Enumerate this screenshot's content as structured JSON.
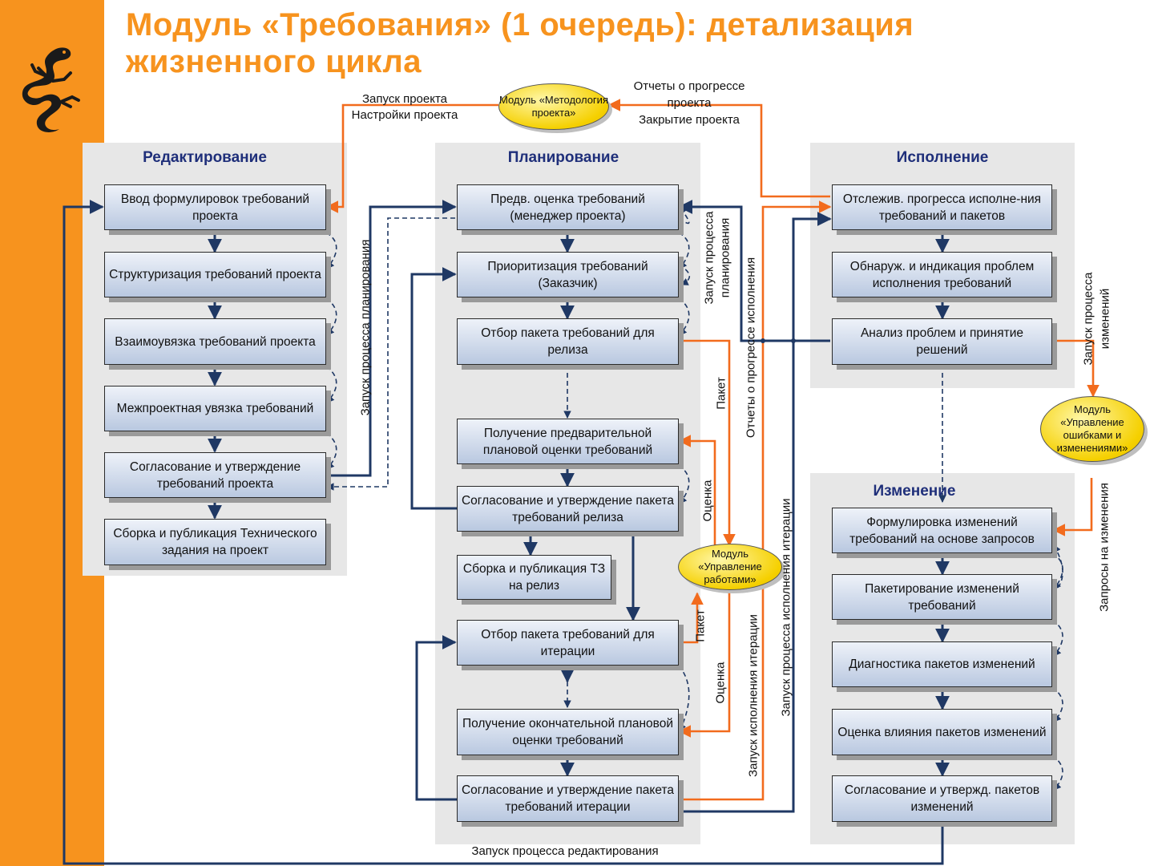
{
  "title": "Модуль «Требования» (1 очередь): детализация жизненного цикла",
  "colors": {
    "accent": "#f7931e",
    "flow": "#1f3864",
    "module": "#f5d000",
    "panel": "#e7e7e7"
  },
  "panels": {
    "edit": "Редактирование",
    "plan": "Планирование",
    "exec": "Исполнение",
    "change": "Изменение"
  },
  "edit_boxes": [
    "Ввод формулировок требований проекта",
    "Структуризация требований проекта",
    "Взаимоувязка требований проекта",
    "Межпроектная увязка требований",
    "Согласование и утверждение требований проекта",
    "Сборка и публикация Технического задания на проект"
  ],
  "plan_boxes": [
    "Предв. оценка требований (менеджер проекта)",
    "Приоритизация требований (Заказчик)",
    "Отбор пакета требований для релиза",
    "Получение предварительной плановой оценки требований",
    "Согласование и утверждение пакета требований релиза",
    "Сборка и публикация ТЗ на релиз",
    "Отбор пакета требований для итерации",
    "Получение окончательной плановой оценки требований",
    "Согласование и утверждение пакета требований итерации"
  ],
  "exec_boxes": [
    "Отслежив. прогресса исполне-ния требований и пакетов",
    "Обнаруж. и индикация проблем исполнения требований",
    "Анализ проблем и принятие решений"
  ],
  "change_boxes": [
    "Формулировка изменений требований на основе запросов",
    "Пакетирование изменений требований",
    "Диагностика пакетов изменений",
    "Оценка влияния пакетов изменений",
    "Согласование и утвержд. пакетов изменений"
  ],
  "modules": {
    "methodology": "Модуль «Методология проекта»",
    "work": "Модуль «Управление работами»",
    "errors": "Модуль «Управление ошибками и изменениями»"
  },
  "labels": {
    "launch_project": "Запуск проекта",
    "project_settings": "Настройки проекта",
    "progress_reports_1": "Отчеты о прогрессе",
    "progress_reports_2": "проекта",
    "project_close": "Закрытие проекта",
    "launch_planning_v": "Запуск процесса планирования",
    "launch_planning_right_1": "Запуск процесса",
    "launch_planning_right_2": "планирования",
    "exec_progress_reports": "Отчеты о прогрессе исполнения",
    "package_1": "Пакет",
    "estimate_1": "Оценка",
    "package_2": "Пакет",
    "estimate_2": "Оценка",
    "launch_iteration": "Запуск исполнения итерации",
    "launch_iteration_process": "Запуск процесса исполнения итерации",
    "launch_changes_1": "Запуск процесса",
    "launch_changes_2": "изменений",
    "change_requests": "Запросы на изменения",
    "launch_editing": "Запуск процесса редактирования"
  }
}
